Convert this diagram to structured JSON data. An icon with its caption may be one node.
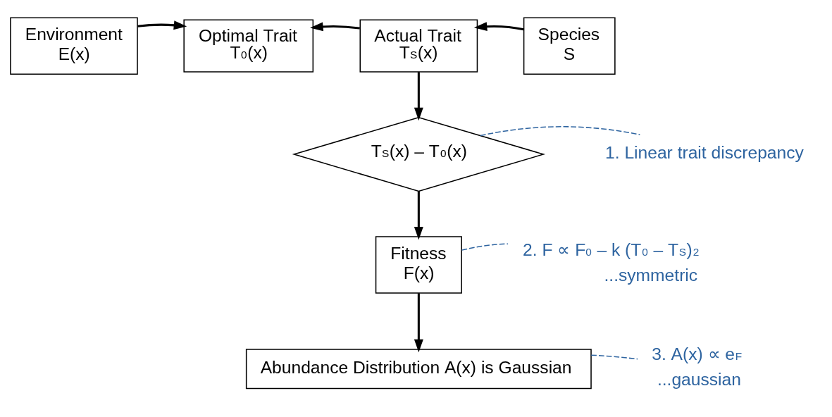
{
  "diagram": {
    "nodes": [
      {
        "text": [
          "Environment E(x)"
        ]
      },
      {
        "text": [
          "Optimal Trait T$_{0}$(x)"
        ]
      },
      {
        "text": [
          "Actual Trait T$_{S}$(x)"
        ]
      },
      {
        "text": [
          "Species S"
        ]
      },
      {
        "text": [
          "T$_{S}$(x) – T$_{0}$(x)"
        ]
      },
      {
        "text": [
          "1. Linear trait discrepancy"
        ]
      },
      {
        "text": [
          "Fitness F(x)"
        ]
      },
      {
        "text": [
          "2. F ∝ F$_{0}$ – k (T$_{0}$ – T$_{S}$)$^{2}$",
          "...symmetric"
        ]
      },
      {
        "text": [
          "Abundance Distribution A(x) is Gaussian"
        ]
      },
      {
        "text": [
          "3. A(x) ∝ e$^{F}$",
          "...gaussian"
        ]
      }
    ],
    "edges": [
      {
        "from": 0,
        "to": 1,
        "arrow": "to"
      },
      {
        "from": 2,
        "to": 1,
        "arrow": "to"
      },
      {
        "from": 3,
        "to": 2,
        "arrow": "to"
      },
      {
        "from": 2,
        "to": 4,
        "arrow": "to"
      },
      {
        "from": 4,
        "to": 6,
        "arrow": "to"
      },
      {
        "from": 6,
        "to": 8,
        "arrow": "to"
      },
      {
        "from": 4,
        "to": 5,
        "arrow": "none",
        "style": "dashed",
        "color": "#2e64a0"
      },
      {
        "from": 6,
        "to": 7,
        "arrow": "none",
        "style": "dashed",
        "color": "#2e64a0"
      },
      {
        "from": 8,
        "to": 9,
        "arrow": "none",
        "style": "dashed",
        "color": "#2e64a0"
      }
    ]
  }
}
